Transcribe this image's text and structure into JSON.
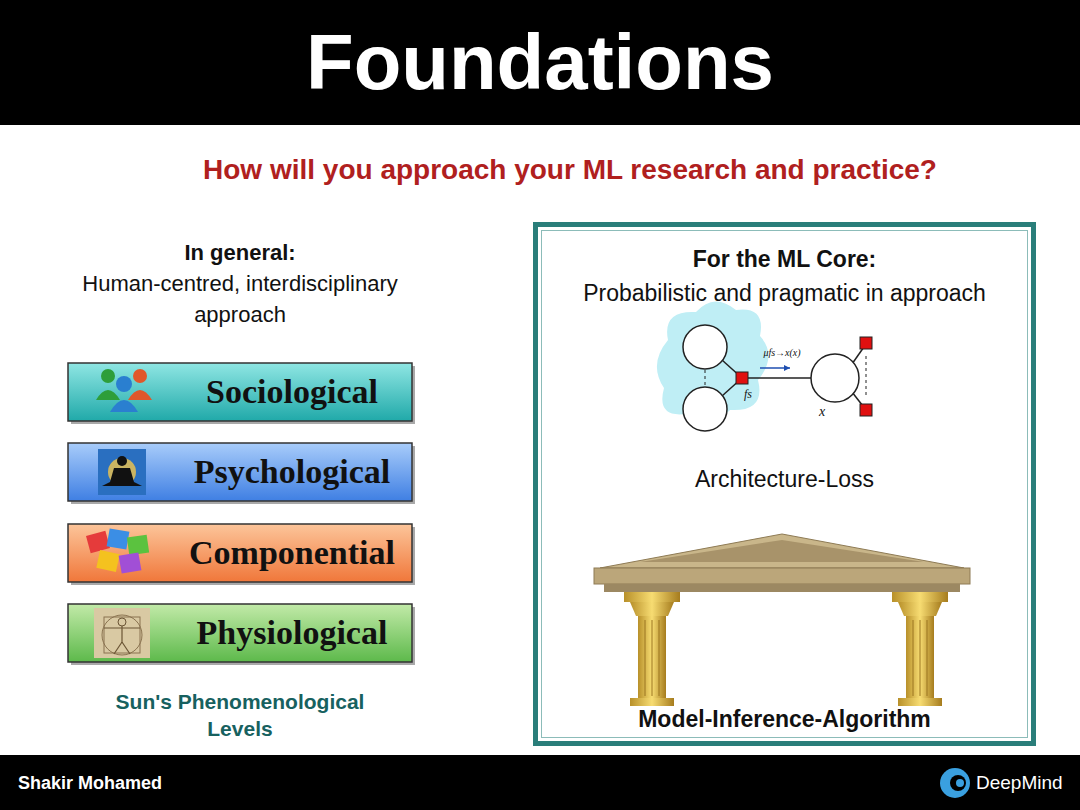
{
  "diagram": {
    "title": "Foundations",
    "nodes": [
      {
        "text": [
          "Sociological"
        ]
      },
      {
        "text": [
          "Psychological"
        ]
      },
      {
        "text": [
          "Componential"
        ]
      },
      {
        "text": [
          "Physiological"
        ]
      },
      {
        "text": [
          "For the ML Core:",
          "Probabilistic and pragmatic in approach",
          "Architecture-Loss",
          "Model-Inference-Algorithm"
        ]
      }
    ],
    "labels": [
      "How will you approach your ML research and practice?",
      "In general:",
      "Human-centred, interdisciplinary approach",
      "Sun's Phenomenological Levels",
      "μfs→x(x)",
      "fs",
      "x",
      "Shakir Mohamed",
      "DeepMind"
    ]
  }
}
